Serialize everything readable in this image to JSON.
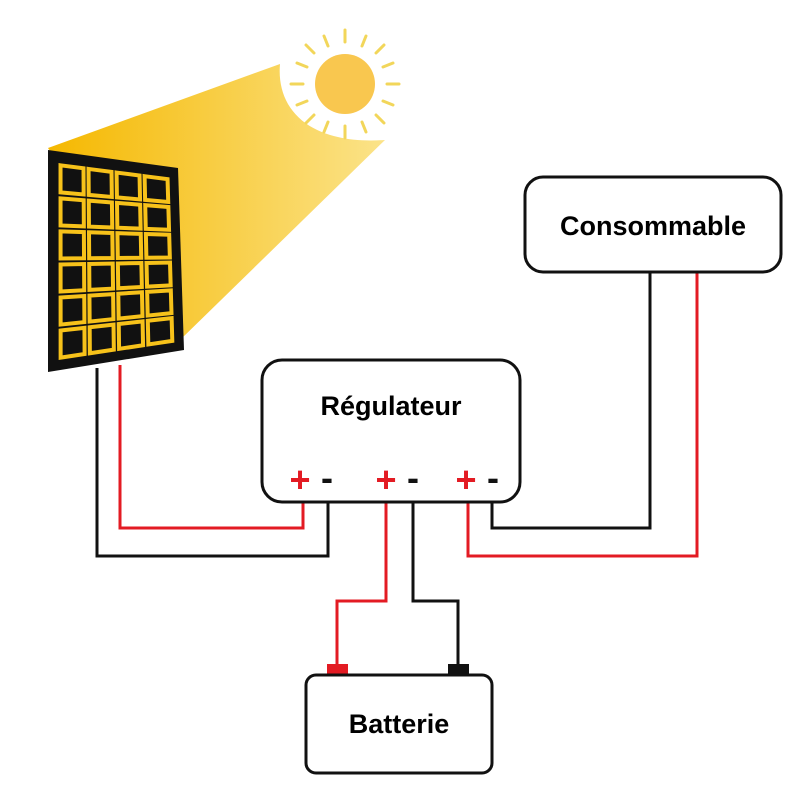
{
  "colors": {
    "positive_wire": "#e31b23",
    "negative_wire": "#111111",
    "sun": "#f9c74f",
    "sun_ray": "#f2d65a",
    "light_beam": "#f7c21a",
    "panel_frame": "#111111",
    "panel_cells": "#f7c21a",
    "box_fill": "#ffffff",
    "box_stroke": "#111111"
  },
  "components": {
    "sun": {
      "icon": "sun-icon"
    },
    "solar_panel": {
      "icon": "solar-panel-icon"
    },
    "regulator": {
      "label": "Régulateur"
    },
    "consumer": {
      "label": "Consommable"
    },
    "battery": {
      "label": "Batterie"
    }
  },
  "terminals": {
    "plus": "+",
    "minus": "-"
  }
}
